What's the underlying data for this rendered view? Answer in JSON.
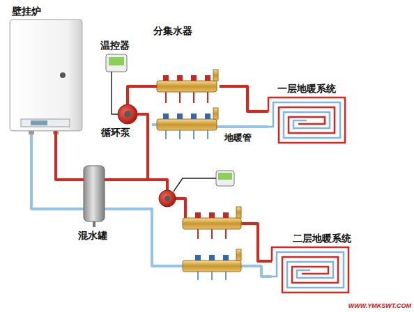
{
  "diagram": {
    "nodes": [
      {
        "text": [
          "壁挂炉"
        ]
      },
      {
        "text": [
          "温控器"
        ]
      },
      {
        "text": [
          "分集水器"
        ]
      },
      {
        "text": [
          "一层地暖系统"
        ]
      },
      {
        "text": [
          "循环泵"
        ]
      },
      {
        "text": [
          "混水罐"
        ]
      },
      {
        "text": [
          "二层地暖系统"
        ]
      }
    ],
    "edges": [
      {
        "from": 0,
        "to": 5,
        "arrow": "none"
      },
      {
        "from": 5,
        "to": 4,
        "arrow": "none"
      },
      {
        "from": 4,
        "to": 2,
        "arrow": "none"
      },
      {
        "from": 1,
        "to": 4,
        "arrow": "none"
      },
      {
        "from": 2,
        "to": 3,
        "arrow": "none"
      }
    ],
    "labels": [
      "地暖管",
      "WWW.YMKSWT.COM"
    ]
  }
}
